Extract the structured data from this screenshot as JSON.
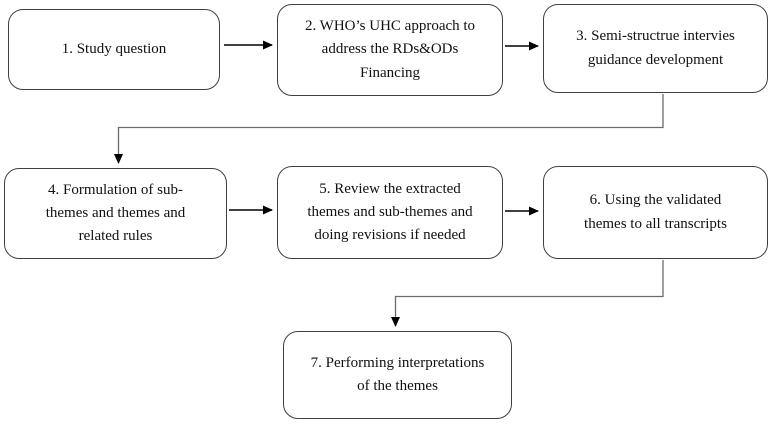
{
  "flowchart": {
    "boxes": [
      {
        "id": "1",
        "label": "1. Study question"
      },
      {
        "id": "2",
        "label": "2. WHO’s UHC approach to\naddress the RDs&ODs\nFinancing"
      },
      {
        "id": "3",
        "label": "3. Semi-structrue intervies\nguidance development"
      },
      {
        "id": "4",
        "label": "4. Formulation of sub-\nthemes and themes and\nrelated rules"
      },
      {
        "id": "5",
        "label": "5. Review the extracted\nthemes and sub-themes and\ndoing revisions if needed"
      },
      {
        "id": "6",
        "label": "6. Using the validated\nthemes to all transcripts"
      },
      {
        "id": "7",
        "label": "7. Performing interpretations\nof the themes"
      }
    ],
    "connectors": [
      {
        "from": "1",
        "to": "2",
        "type": "straight-arrow"
      },
      {
        "from": "2",
        "to": "3",
        "type": "straight-arrow"
      },
      {
        "from": "3",
        "to": "4",
        "type": "elbow-arrow"
      },
      {
        "from": "4",
        "to": "5",
        "type": "straight-arrow"
      },
      {
        "from": "5",
        "to": "6",
        "type": "straight-arrow"
      },
      {
        "from": "6",
        "to": "7",
        "type": "elbow-arrow"
      }
    ],
    "colors": {
      "background": "#ffffff",
      "box_border": "#3f3f3f",
      "box_fill": "#ffffff",
      "text": "#111111",
      "straight_arrow": "#000000",
      "elbow_line": "#6b6b6b",
      "arrowhead": "#000000"
    }
  }
}
